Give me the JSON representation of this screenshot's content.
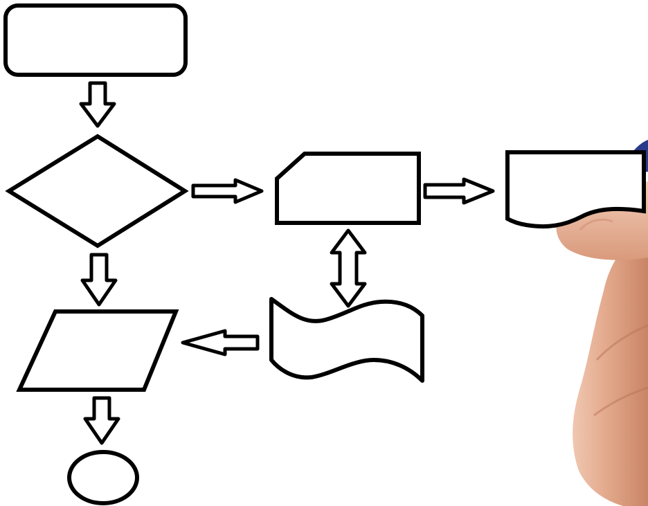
{
  "diagram": {
    "kind": "flowchart",
    "shapes": [
      {
        "name": "start-terminator",
        "shape": "rounded-rectangle",
        "label": ""
      },
      {
        "name": "decision-diamond",
        "shape": "diamond",
        "label": ""
      },
      {
        "name": "manual-input-shape",
        "shape": "manual-input",
        "label": ""
      },
      {
        "name": "document-shape",
        "shape": "document",
        "label": ""
      },
      {
        "name": "punched-tape-shape",
        "shape": "punched-tape",
        "label": ""
      },
      {
        "name": "data-parallelogram",
        "shape": "parallelogram",
        "label": ""
      },
      {
        "name": "end-connector",
        "shape": "circle",
        "label": ""
      }
    ],
    "connections": [
      {
        "name": "arrow-start-to-decision",
        "from": "start-terminator",
        "to": "decision-diamond",
        "style": "hollow-block"
      },
      {
        "name": "arrow-decision-to-manual-input",
        "from": "decision-diamond",
        "to": "manual-input-shape",
        "style": "hollow-block"
      },
      {
        "name": "arrow-manual-input-to-document",
        "from": "manual-input-shape",
        "to": "document-shape",
        "style": "hollow-block"
      },
      {
        "name": "arrow-manual-input-punched-tape",
        "from": "manual-input-shape",
        "to": "punched-tape-shape",
        "style": "hollow-block-double"
      },
      {
        "name": "arrow-punched-tape-to-parallelogram",
        "from": "punched-tape-shape",
        "to": "data-parallelogram",
        "style": "hollow-block"
      },
      {
        "name": "arrow-decision-to-parallelogram",
        "from": "decision-diamond",
        "to": "data-parallelogram",
        "style": "hollow-block"
      },
      {
        "name": "arrow-parallelogram-to-end",
        "from": "data-parallelogram",
        "to": "end-connector",
        "style": "hollow-block"
      }
    ]
  },
  "colors": {
    "stroke": "#000000",
    "background": "#ffffff",
    "skin": "#e3a98c",
    "skin_shadow": "#c98466",
    "skin_highlight": "#f2cdb8",
    "marker": "#2a3a8c"
  },
  "photo": {
    "element": "hand-holding-marker"
  }
}
